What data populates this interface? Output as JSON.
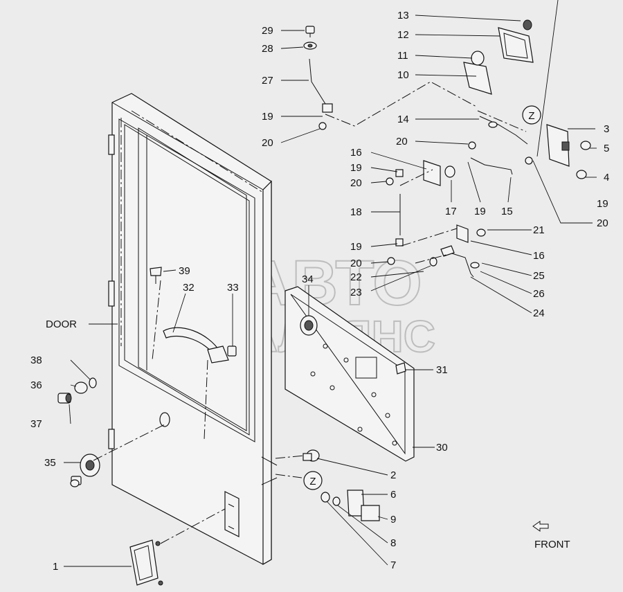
{
  "watermark": {
    "line1": "АВТО",
    "line2": "АЛЬЯНС"
  },
  "callouts": {
    "p1": "1",
    "p2": "2",
    "p3": "3",
    "p4": "4",
    "p5": "5",
    "p6": "6",
    "p7": "7",
    "p8": "8",
    "p9": "9",
    "p10": "10",
    "p11": "11",
    "p12": "12",
    "p13": "13",
    "p14": "14",
    "p15": "15",
    "p16a": "16",
    "p16b": "16",
    "p17": "17",
    "p18": "18",
    "p19a": "19",
    "p19b": "19",
    "p19c": "19",
    "p19d": "19",
    "p19e": "19",
    "p20a": "20",
    "p20b": "20",
    "p20c": "20",
    "p20d": "20",
    "p20e": "20",
    "p21": "21",
    "p22": "22",
    "p23": "23",
    "p24": "24",
    "p25": "25",
    "p26": "26",
    "p27": "27",
    "p28": "28",
    "p29": "29",
    "p30": "30",
    "p31": "31",
    "p32": "32",
    "p33": "33",
    "p34": "34",
    "p35": "35",
    "p36": "36",
    "p37": "37",
    "p38": "38",
    "p39": "39",
    "door": "DOOR"
  },
  "markers": {
    "z1": "Z",
    "z2": "Z"
  },
  "front_label": "FRONT",
  "icons": {
    "front": "front-arrow-icon"
  }
}
